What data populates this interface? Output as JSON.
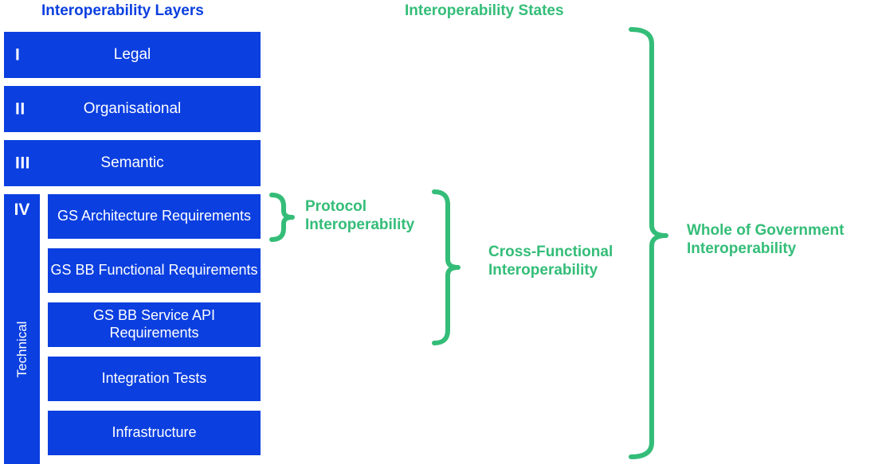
{
  "headings": {
    "layers": "Interoperability Layers",
    "states": "Interoperability States"
  },
  "colors": {
    "layer_blue": "#0B3FE0",
    "state_green": "#34BD78",
    "background": "#FFFFFF",
    "box_text": "#FFFFFF"
  },
  "layers": [
    {
      "numeral": "I",
      "title": "Legal"
    },
    {
      "numeral": "II",
      "title": "Organisational"
    },
    {
      "numeral": "III",
      "title": "Semantic"
    },
    {
      "numeral": "IV",
      "title": "Technical"
    }
  ],
  "technical_sublayers": [
    {
      "title": "GS Architecture\nRequirements"
    },
    {
      "title": "GS BB Functional\nRequirements"
    },
    {
      "title": "GS BB Service API\nRequirements"
    },
    {
      "title": "Integration Tests"
    },
    {
      "title": "Infrastructure"
    }
  ],
  "states": [
    {
      "label": "Protocol\nInteroperability",
      "covers": [
        "GS Architecture Requirements"
      ]
    },
    {
      "label": "Cross-Functional\nInteroperability",
      "covers": [
        "GS Architecture Requirements",
        "GS BB Functional Requirements",
        "GS BB Service API Requirements"
      ]
    },
    {
      "label": "Whole of Government\nInteroperability",
      "covers": [
        "Legal",
        "Organisational",
        "Semantic",
        "Technical"
      ]
    }
  ]
}
